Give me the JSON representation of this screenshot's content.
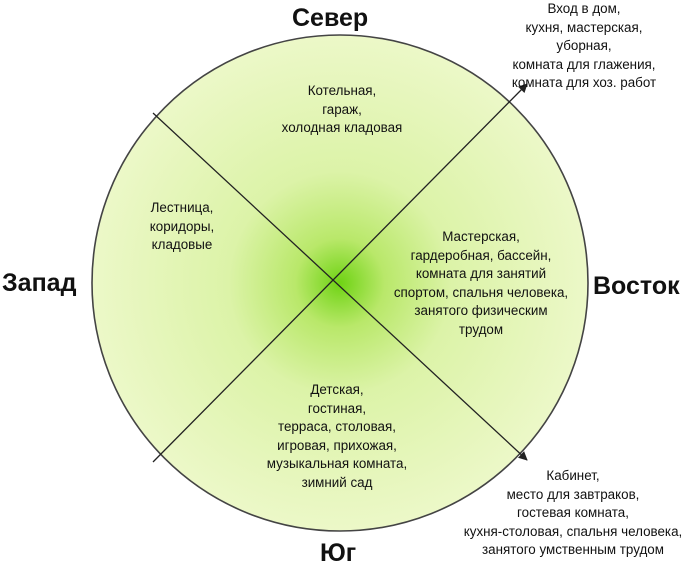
{
  "colors": {
    "circle_center": "#6fd314",
    "circle_edge": "#ecf8c8",
    "circle_border": "#444444",
    "lines": "#222222",
    "text": "#111111"
  },
  "directions": {
    "north": "Север",
    "south": "Юг",
    "west": "Запад",
    "east": "Восток"
  },
  "sectors": {
    "north": "Котельная,\nгараж,\nхолодная кладовая",
    "west": "Лестница,\nкоридоры,\nкладовые",
    "east": "Мастерская,\nгардеробная, бассейн,\nкомната для занятий\nспортом, спальня человека,\nзанятого физическим\nтрудом",
    "south": "Детская,\nгостиная,\nтерраса, столовая,\nигровая, прихожая,\nмузыкальная комната,\nзимний сад"
  },
  "callouts": {
    "northeast": "Вход в дом,\nкухня, мастерская,\nуборная,\nкомната для глажения,\nкомната для хоз. работ",
    "southeast": "Кабинет,\nместо для завтраков,\nгостевая комната,\nкухня-столовая, спальня человека,\nзанятого умственным трудом"
  }
}
